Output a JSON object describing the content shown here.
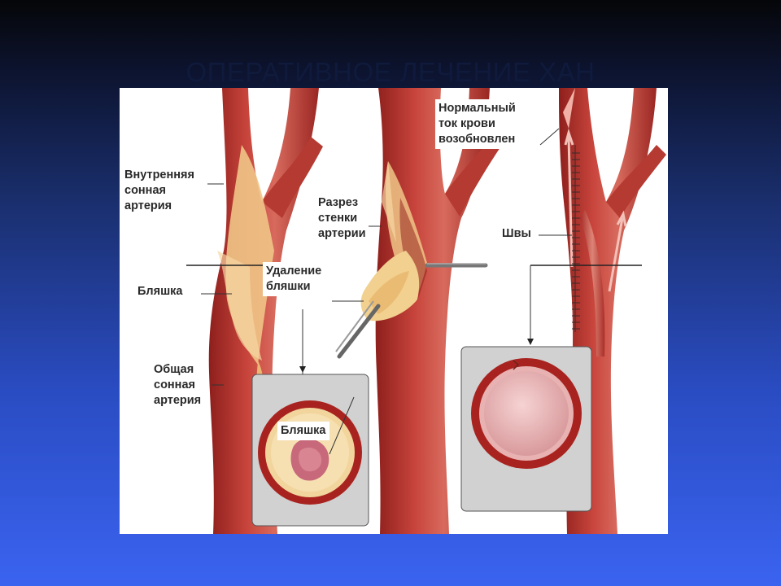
{
  "slide": {
    "title": "ОПЕРАТИВНОЕ ЛЕЧЕНИЕ ХАН"
  },
  "diagram": {
    "labels": {
      "internal_carotid": "Внутренняя\nсонная\nартерия",
      "plaque_left": "Бляшка",
      "common_carotid": "Общая\nсонная\nартерия",
      "plaque_removal": "Удаление\nбляшки",
      "plaque_inset": "Бляшка",
      "incision": "Разрез\nстенки\nартерии",
      "normal_flow": "Нормальный\nток крови\nвозобновлен",
      "sutures": "Швы"
    },
    "colors": {
      "artery": "#b8322c",
      "artery_light": "#d9675a",
      "plaque": "#f1c98a",
      "inset_bg": "#cfcfcf"
    }
  }
}
